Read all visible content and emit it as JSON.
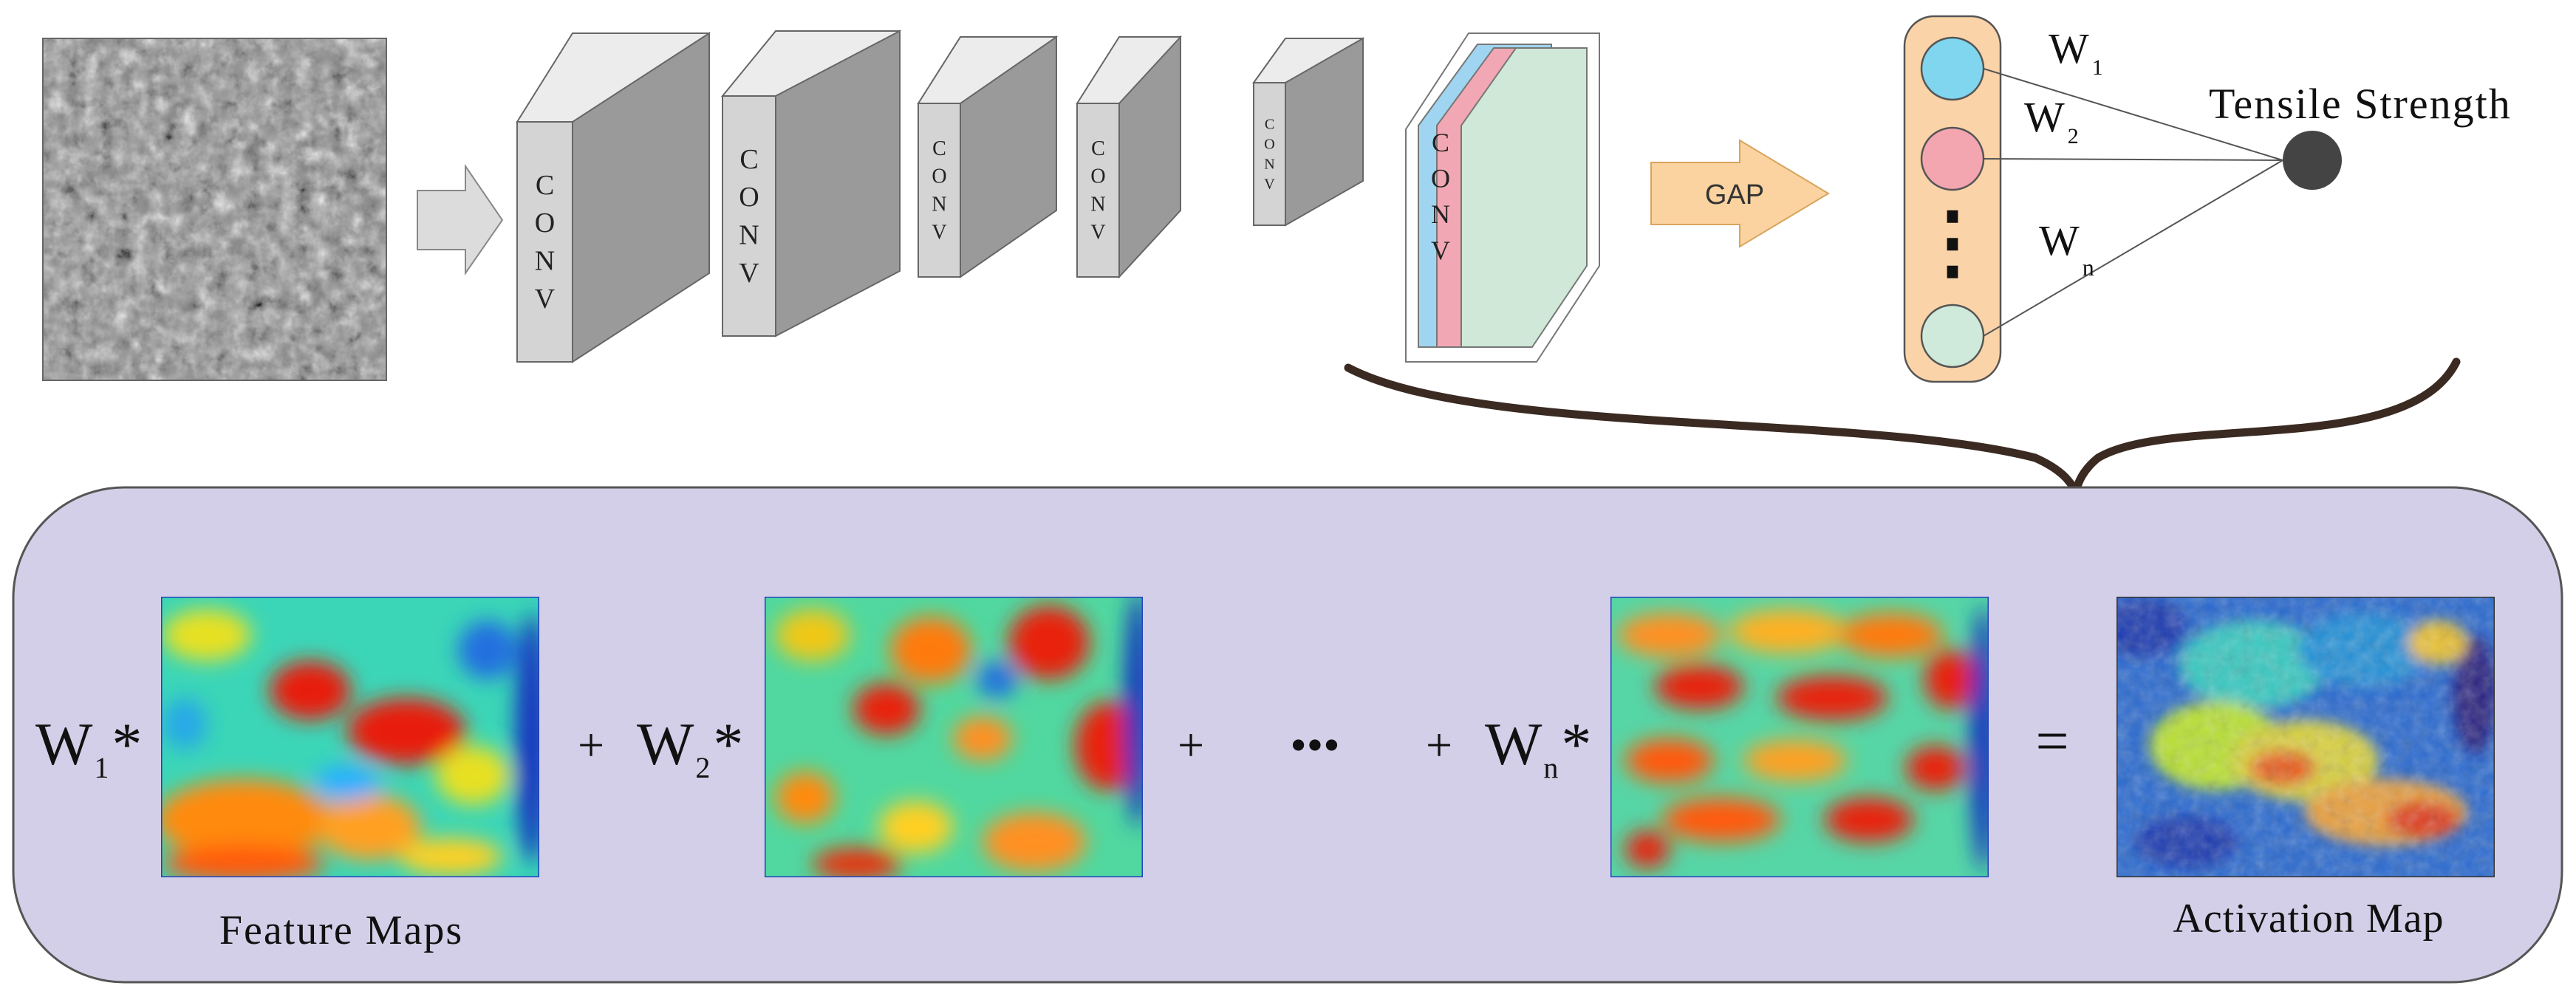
{
  "conv_label": "CONV",
  "gap_label": "GAP",
  "output_label": "Tensile Strength",
  "weights": [
    {
      "w": "W",
      "sub": "1"
    },
    {
      "w": "W",
      "sub": "2"
    },
    {
      "w": "W",
      "sub": "n"
    }
  ],
  "vertical_dots": "⋮",
  "equation": {
    "terms": [
      {
        "w": "W",
        "sub": "1",
        "star": "*"
      },
      {
        "w": "W",
        "sub": "2",
        "star": "*"
      },
      {
        "w": "W",
        "sub": "n",
        "star": "*"
      }
    ],
    "plus": "+",
    "ellipsis": "•••",
    "equals": "="
  },
  "feature_maps_label": "Feature Maps",
  "activation_map_label": "Activation Map",
  "colors": {
    "panel_fill": "#d4cfe8",
    "neuron_blue": "#7fd6ee",
    "neuron_pink": "#f3a5b0",
    "neuron_green": "#cfeadb",
    "gap_arrow": "#fad3a0",
    "conv_front": "#d4d4d4",
    "conv_side": "#9a9a9a",
    "output_node": "#444444"
  }
}
